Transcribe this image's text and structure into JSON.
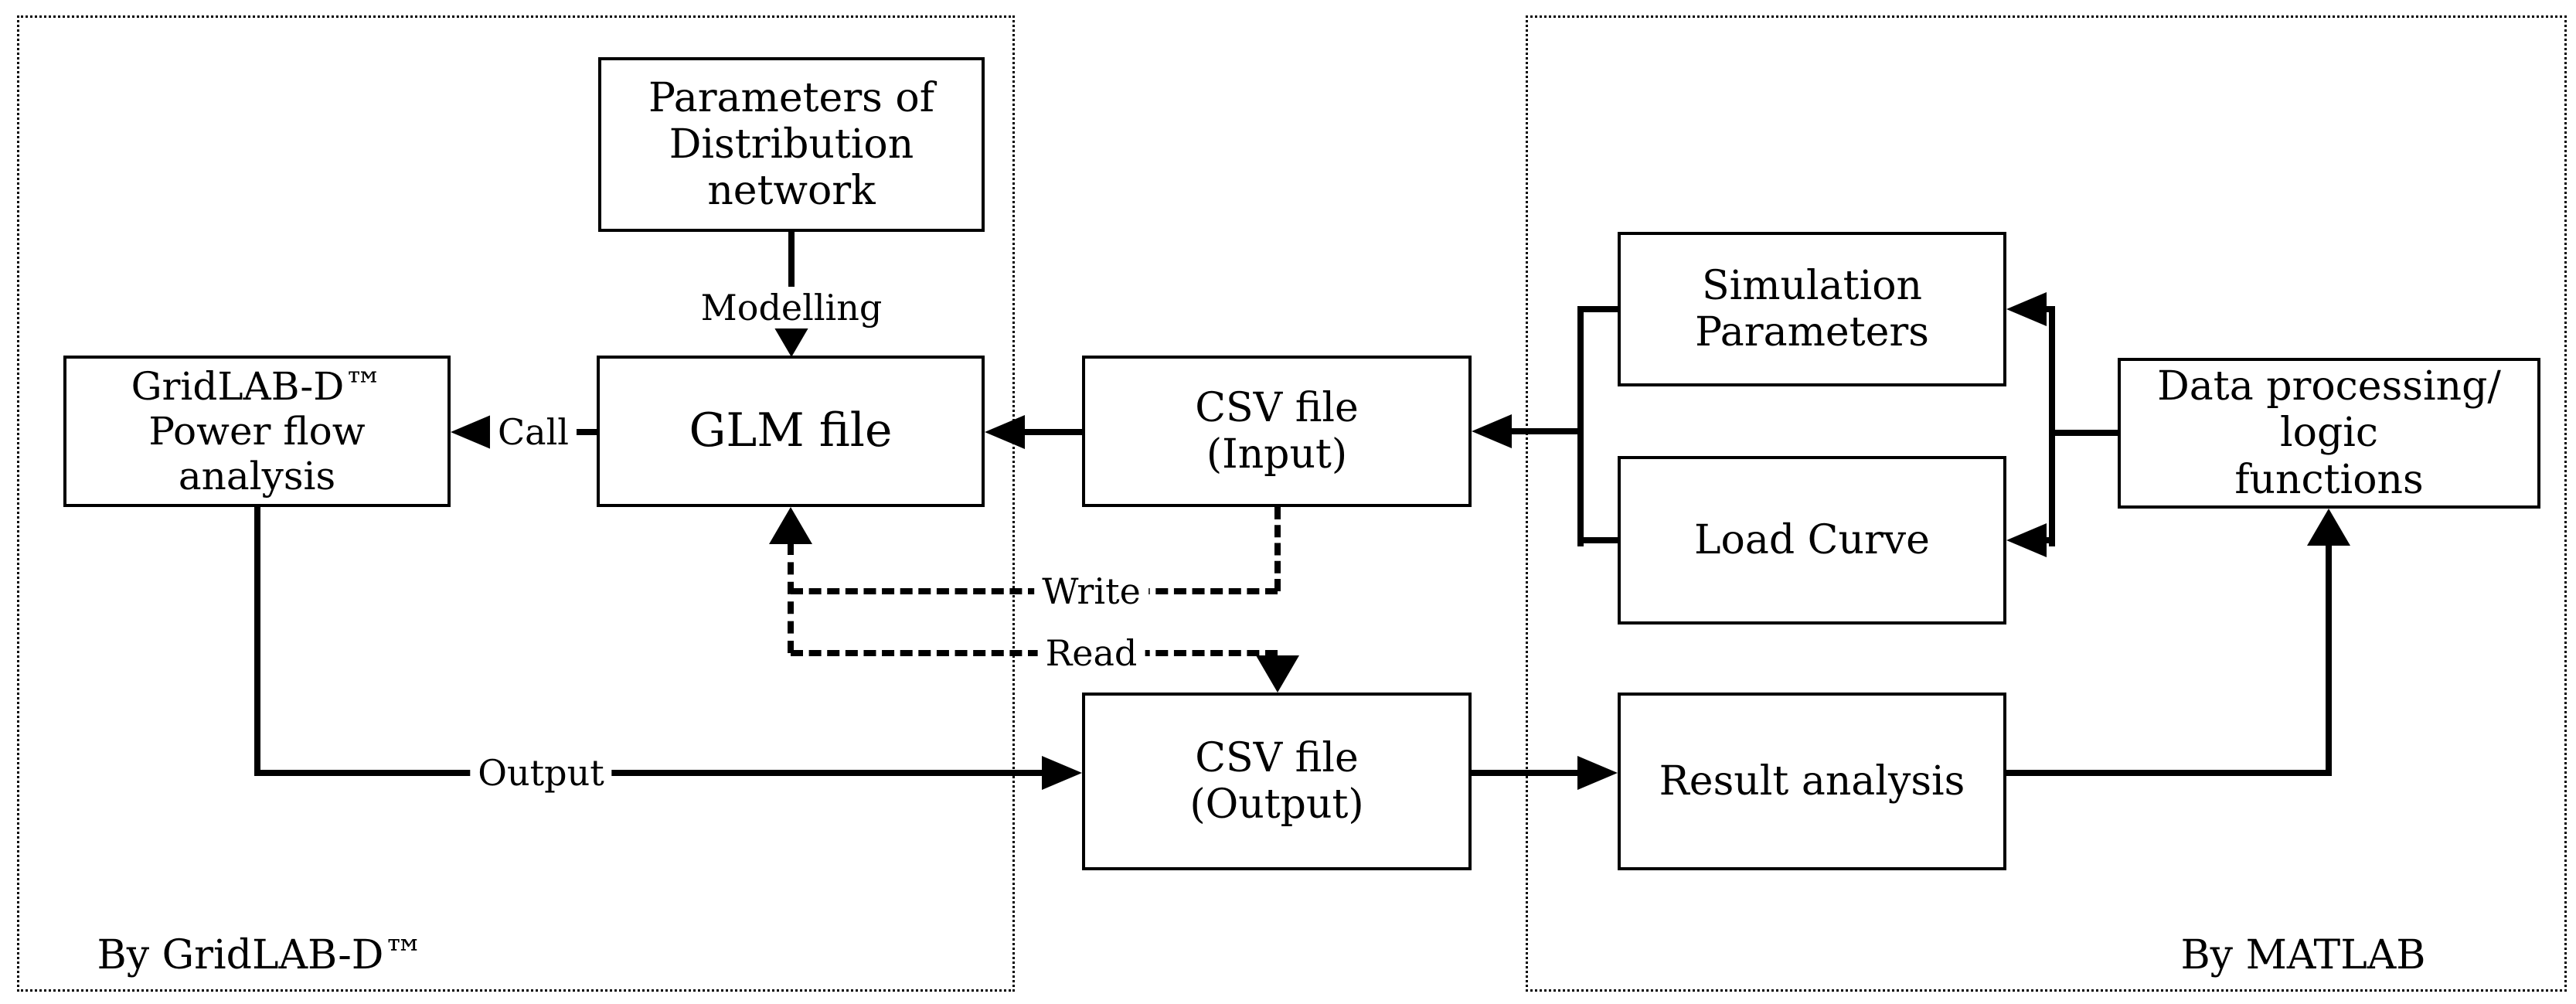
{
  "diagram": {
    "regions": {
      "left_label": "By GridLAB-D™",
      "right_label": "By MATLAB"
    },
    "boxes": {
      "params": "Parameters of\nDistribution\nnetwork",
      "gridlab": "GridLAB-D™\nPower flow\nanalysis",
      "glm": "GLM file",
      "csv_in": "CSV file\n(Input)",
      "csv_out": "CSV file\n(Output)",
      "sim": "Simulation\nParameters",
      "load": "Load Curve",
      "result": "Result analysis",
      "dataproc": "Data processing/\nlogic\nfunctions"
    },
    "edge_labels": {
      "modelling": "Modelling",
      "call": "Call",
      "write": "Write",
      "read": "Read",
      "output": "Output"
    },
    "colors": {
      "ink": "#000000",
      "background": "#ffffff"
    }
  }
}
